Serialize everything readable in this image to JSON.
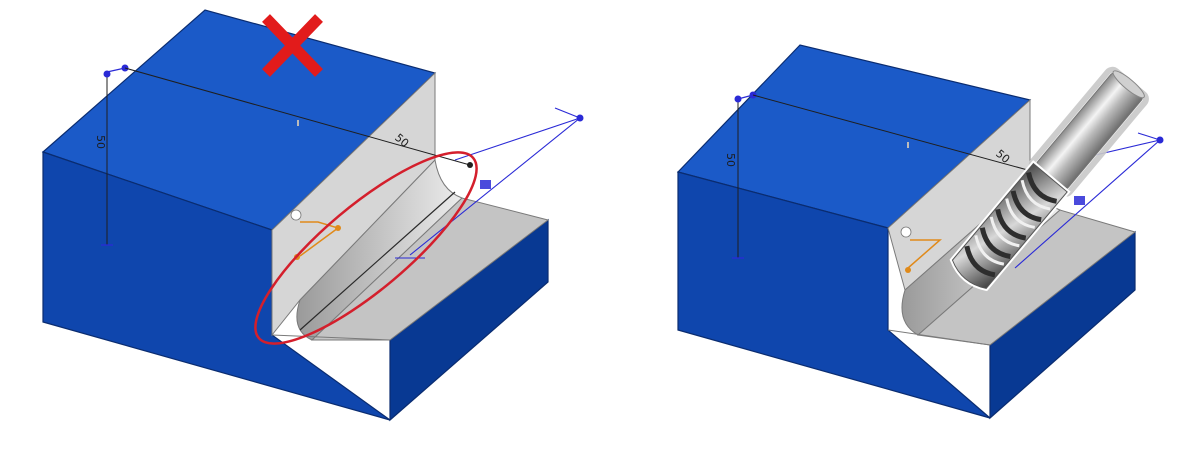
{
  "colors": {
    "background": "#ffffff",
    "part_top": "#1b5ac8",
    "part_front": "#0f46ad",
    "part_side": "#083993",
    "part_edge": "#0a2c70",
    "cut_surface": "#d6d6d6",
    "cut_floor": "#c4c4c4",
    "cut_wall": "#e9e9e9",
    "sketch_line": "#1f1f1f",
    "dimension_blue": "#2a2ad6",
    "relation_orange": "#e08a1a",
    "highlight_red": "#d41f2c",
    "reject_mark": "#e21b1b"
  },
  "left_view": {
    "meaning": "rejected",
    "mark_icon": "red-x-icon",
    "highlight": "red-ellipse-around-sharp-inner-edge",
    "dim_labels": [
      "50",
      "50"
    ]
  },
  "right_view": {
    "meaning": "accepted",
    "tool_icon": "end-mill-icon",
    "dim_labels": [
      "50",
      "50"
    ]
  }
}
